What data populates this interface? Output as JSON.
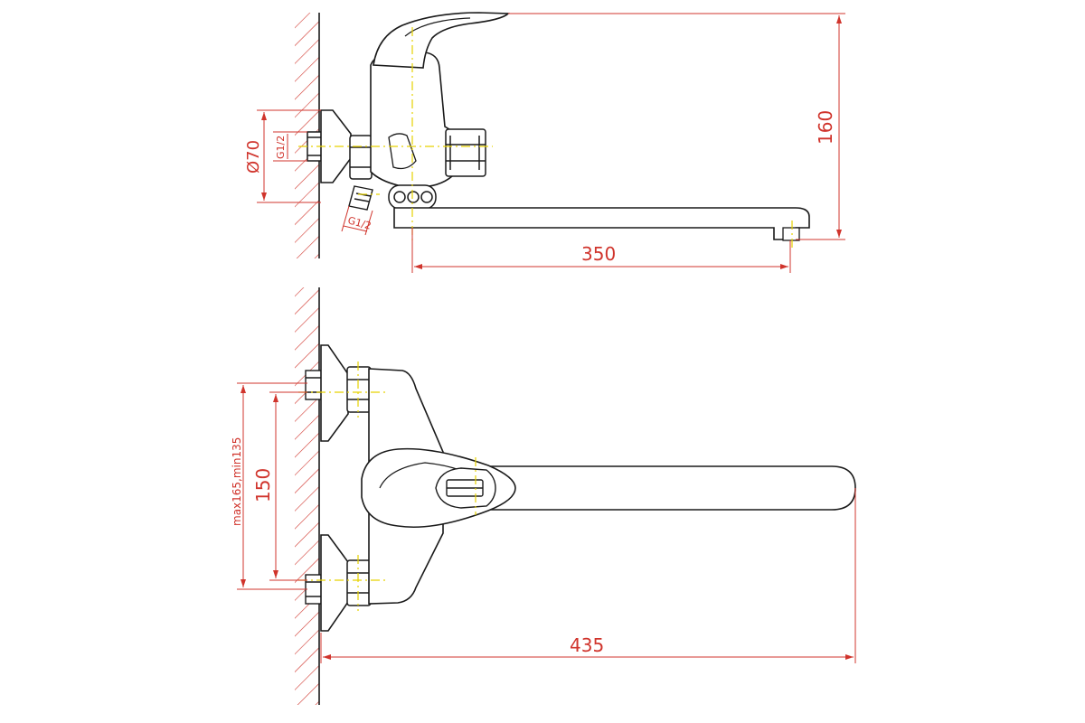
{
  "colors": {
    "outline": "#1a1a1a",
    "dimension": "#d0342c",
    "centerline": "#e6d200",
    "hatch": "#d0342c",
    "background": "#ffffff"
  },
  "side_view": {
    "dimensions": {
      "height": "160",
      "spout_reach": "350",
      "flange_diameter": "Ø70"
    },
    "thread_labels": {
      "inlet": "G1/2",
      "outlet": "G1/2"
    }
  },
  "front_view": {
    "dimensions": {
      "total_length": "435",
      "inlet_spacing": "150",
      "spacing_range": "max165,min135"
    }
  }
}
